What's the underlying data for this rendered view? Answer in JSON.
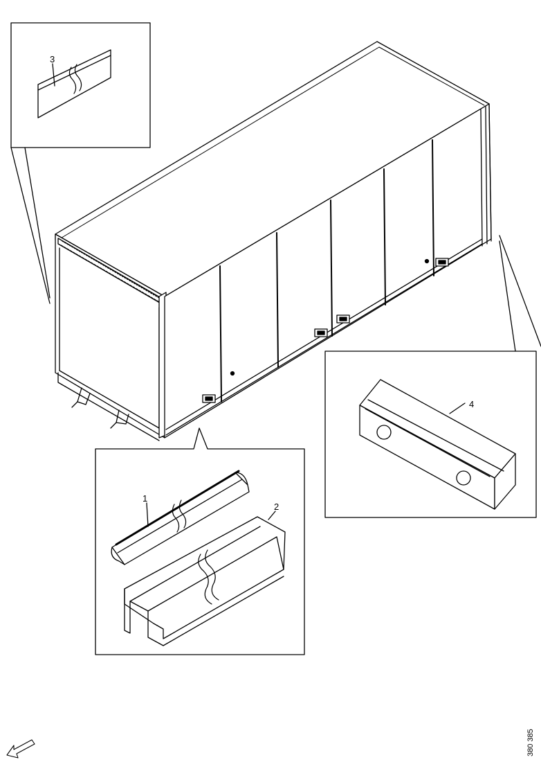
{
  "callouts": {
    "part_1": "1",
    "part_2": "2",
    "part_3": "3",
    "part_4": "4"
  },
  "reference_number": "380 385",
  "colors": {
    "line": "#000000",
    "background": "#ffffff"
  },
  "icons": {
    "direction_arrow": "arrow-down-left-icon"
  }
}
